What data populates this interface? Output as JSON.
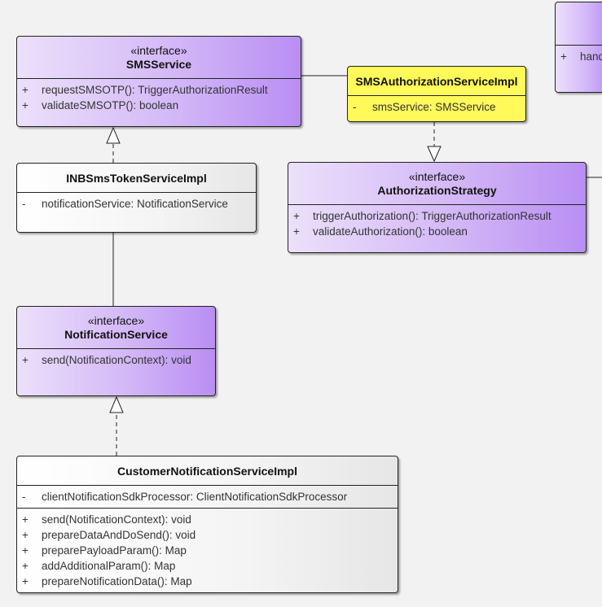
{
  "classes": {
    "sms_service": {
      "stereotype": "«interface»",
      "name": "SMSService",
      "members": [
        {
          "vis": "+",
          "text": "requestSMSOTP(): TriggerAuthorizationResult"
        },
        {
          "vis": "+",
          "text": "validateSMSOTP(): boolean"
        }
      ]
    },
    "sms_auth_impl": {
      "name": "SMSAuthorizationServiceImpl",
      "attributes": [
        {
          "vis": "-",
          "text": "smsService: SMSService"
        }
      ]
    },
    "partial_right": {
      "members": [
        {
          "vis": "+",
          "text": "hand"
        }
      ]
    },
    "inb_sms_token": {
      "name": "INBSmsTokenServiceImpl",
      "attributes": [
        {
          "vis": "-",
          "text": "notificationService: NotificationService"
        }
      ]
    },
    "authorization_strategy": {
      "stereotype": "«interface»",
      "name": "AuthorizationStrategy",
      "members": [
        {
          "vis": "+",
          "text": "triggerAuthorization(): TriggerAuthorizationResult"
        },
        {
          "vis": "+",
          "text": "validateAuthorization(): boolean"
        }
      ]
    },
    "notification_service": {
      "stereotype": "«interface»",
      "name": "NotificationService",
      "members": [
        {
          "vis": "+",
          "text": "send(NotificationContext): void"
        }
      ]
    },
    "customer_notification": {
      "name": "CustomerNotificationServiceImpl",
      "attributes": [
        {
          "vis": "-",
          "text": "clientNotificationSdkProcessor: ClientNotificationSdkProcessor"
        }
      ],
      "operations": [
        {
          "vis": "+",
          "text": "send(NotificationContext): void"
        },
        {
          "vis": "+",
          "text": "prepareDataAndDoSend(): void"
        },
        {
          "vis": "+",
          "text": "preparePayloadParam(): Map"
        },
        {
          "vis": "+",
          "text": "addAdditionalParam(): Map"
        },
        {
          "vis": "+",
          "text": "prepareNotificationData(): Map"
        }
      ]
    }
  },
  "relations": [
    {
      "type": "realization",
      "from": "INBSmsTokenServiceImpl",
      "to": "SMSService"
    },
    {
      "type": "realization",
      "from": "SMSAuthorizationServiceImpl",
      "to": "AuthorizationStrategy"
    },
    {
      "type": "realization",
      "from": "CustomerNotificationServiceImpl",
      "to": "NotificationService"
    },
    {
      "type": "association",
      "from": "SMSService",
      "to": "SMSAuthorizationServiceImpl"
    },
    {
      "type": "association",
      "from": "INBSmsTokenServiceImpl",
      "to": "NotificationService"
    }
  ],
  "colors": {
    "interface_fill": "#c8a6f6",
    "impl_fill": "#f4f4f4",
    "highlight_fill": "#fff95a",
    "line": "#222222",
    "background": "#f2f2f2"
  }
}
